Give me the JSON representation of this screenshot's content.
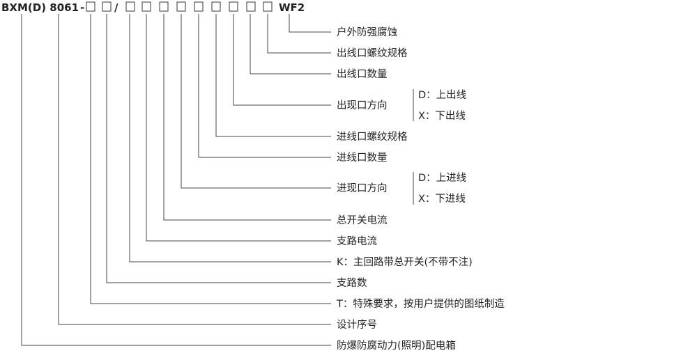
{
  "model": {
    "prefix": "BXM(D) 8061",
    "dash": "-",
    "slash": "/",
    "suffix": "WF2"
  },
  "labels": [
    "户外防强腐蚀",
    "出线口螺纹规格",
    "出线口数量",
    "出现口方向",
    "进线口螺纹规格",
    "进线口数量",
    "进现口方向",
    "总开关电流",
    "支路电流",
    "K：主回路带总开关(不带不注)",
    "支路数",
    "T：特殊要求，按用户提供的图纸制造",
    "设计序号",
    "防爆防腐动力(照明)配电箱"
  ],
  "outlet_options": [
    "D：上出线",
    "X：下出线"
  ],
  "inlet_options": [
    "D：上进线",
    "X：下进线"
  ]
}
